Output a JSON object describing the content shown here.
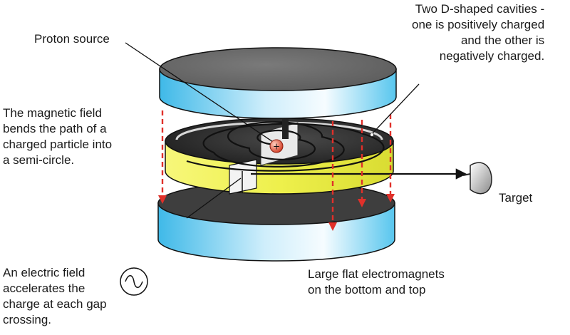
{
  "labels": {
    "proton_source": [
      "Proton source"
    ],
    "cavities": [
      "Two D-shaped cavities -",
      "one is positively charged",
      "and the other is",
      "negatively charged."
    ],
    "magnetic_field": [
      "The magnetic field",
      "bends the path of a",
      "charged particle into",
      "a semi-circle."
    ],
    "target": [
      "Target"
    ],
    "electric_field": [
      "An electric field",
      "accelerates the",
      "charge at each gap",
      "crossing."
    ],
    "electromagnets": [
      "Large flat electromagnets",
      "on the bottom and top"
    ]
  },
  "particle_symbol": "+",
  "icons": [
    "ac-source-icon",
    "target-dish-icon",
    "proton-icon"
  ],
  "colors": {
    "magnet_blue": "#4ec3ec",
    "plate_gray": "#6b6b6b",
    "dee_yellow": "#eef04c",
    "dee_floor": "#2f2f2f",
    "field_arrow": "#e0302a",
    "proton": "#e0553c"
  }
}
